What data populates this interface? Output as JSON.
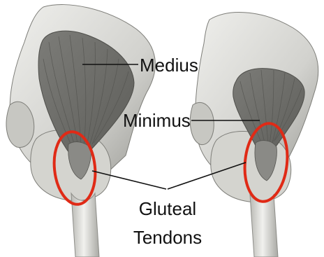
{
  "labels": {
    "medius": "Medius",
    "minimus": "Minimus",
    "gluteal": "Gluteal",
    "tendons": "Tendons"
  },
  "colors": {
    "bone": "#d9d9d5",
    "bone_shadow": "#8d8d88",
    "muscle": "#6f6f6b",
    "muscle_fibers": "#595955",
    "highlight_ring": "#e02a16",
    "leader_line": "#111111"
  }
}
